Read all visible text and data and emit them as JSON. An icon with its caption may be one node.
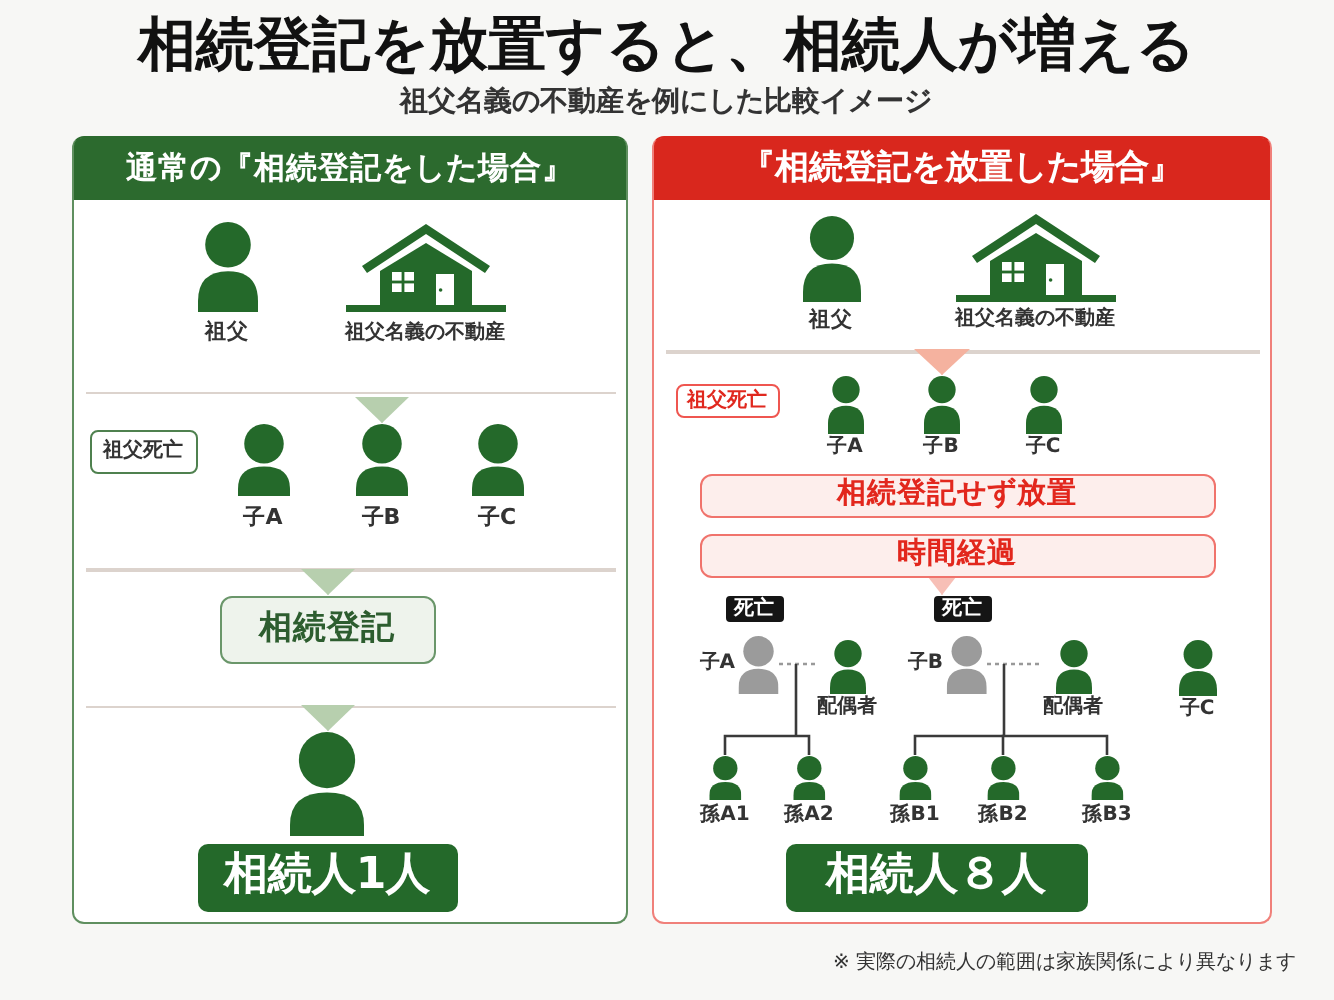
{
  "diagram": {
    "title": "相続登記を放置すると、相続人が増える",
    "nodes": [
      {
        "text": [
          "通常の『相続登記をした場合』"
        ]
      },
      {
        "text": [
          "祖父"
        ],
        "in": 0
      },
      {
        "text": [
          "祖父名義の不動産"
        ],
        "in": 0
      },
      {
        "text": [
          "祖父死亡"
        ],
        "in": 0
      },
      {
        "text": [
          "子A"
        ],
        "in": 0
      },
      {
        "text": [
          "子B"
        ],
        "in": 0
      },
      {
        "text": [
          "子C"
        ],
        "in": 0
      },
      {
        "text": [
          "相続登記"
        ],
        "in": 0
      },
      {
        "text": [
          "相続人1人"
        ],
        "in": 0
      },
      {
        "text": [
          "『相続登記を放置した場合』"
        ]
      },
      {
        "text": [
          "祖父"
        ],
        "in": 9
      },
      {
        "text": [
          "祖父名義の不動産"
        ],
        "in": 9
      },
      {
        "text": [
          "祖父死亡"
        ],
        "in": 9
      },
      {
        "text": [
          "子A"
        ],
        "in": 9
      },
      {
        "text": [
          "子B"
        ],
        "in": 9
      },
      {
        "text": [
          "子C"
        ],
        "in": 9
      },
      {
        "text": [
          "相続登記せず放置"
        ],
        "in": 9
      },
      {
        "text": [
          "時間経過"
        ],
        "in": 9
      },
      {
        "text": [
          "死亡"
        ],
        "in": 9
      },
      {
        "text": [
          "死亡"
        ],
        "in": 9
      },
      {
        "text": [
          "子A"
        ],
        "in": 9
      },
      {
        "text": [
          "配偶者"
        ],
        "in": 9
      },
      {
        "text": [
          "子B"
        ],
        "in": 9
      },
      {
        "text": [
          "配偶者"
        ],
        "in": 9
      },
      {
        "text": [
          "子C"
        ],
        "in": 9
      },
      {
        "text": [
          "孫A1"
        ],
        "in": 9
      },
      {
        "text": [
          "孫A2"
        ],
        "in": 9
      },
      {
        "text": [
          "孫B1"
        ],
        "in": 9
      },
      {
        "text": [
          "孫B2"
        ],
        "in": 9
      },
      {
        "text": [
          "孫B3"
        ],
        "in": 9
      },
      {
        "text": [
          "相続人８人"
        ],
        "in": 9
      }
    ],
    "edges": [
      {
        "from": 20,
        "to": 21,
        "arrow": "none",
        "style": "dashed",
        "color": "#999999"
      },
      {
        "from": 20,
        "to": 25,
        "arrow": "none"
      },
      {
        "from": 20,
        "to": 26,
        "arrow": "none"
      },
      {
        "from": 22,
        "to": 23,
        "arrow": "none",
        "style": "dashed",
        "color": "#999999"
      },
      {
        "from": 22,
        "to": 27,
        "arrow": "none"
      },
      {
        "from": 22,
        "to": 28,
        "arrow": "none"
      },
      {
        "from": 22,
        "to": 29,
        "arrow": "none"
      },
      {
        "from": null,
        "to": 5,
        "arrow": "to",
        "color": "#b7cfae"
      },
      {
        "from": null,
        "to": 7,
        "arrow": "to",
        "color": "#b7cfae"
      },
      {
        "from": null,
        "to": 8,
        "arrow": "to",
        "color": "#b7cfae"
      },
      {
        "from": null,
        "to": 14,
        "arrow": "to",
        "color": "#f5b29f"
      },
      {
        "from": 17,
        "to": 19,
        "arrow": "to",
        "color": "#f7bfb6"
      }
    ],
    "labels": [
      "祖父名義の不動産を例にした比較イメージ",
      "※ 実際の相続人の範囲は家族関係により異なります"
    ]
  }
}
